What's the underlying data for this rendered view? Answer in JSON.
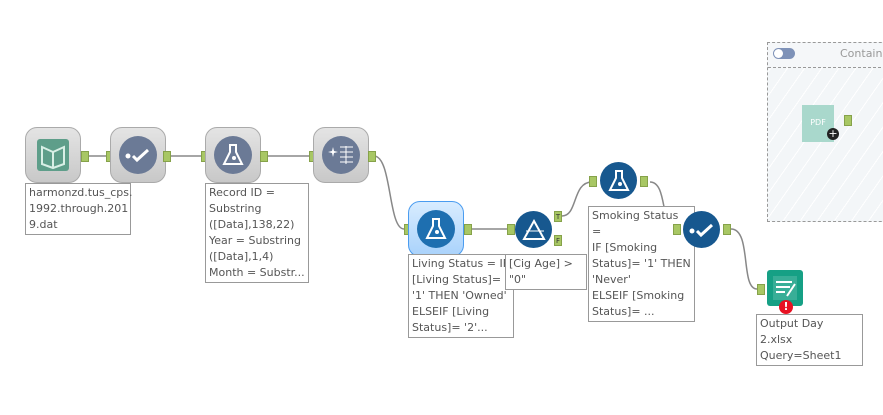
{
  "canvas": {
    "tools": [
      {
        "name": "input-data",
        "icon": "book-icon",
        "annotation": "harmonzd.tus_cps.\n1992.through.201\n9.dat"
      },
      {
        "name": "select",
        "icon": "checkmark-icon",
        "annotation": ""
      },
      {
        "name": "formula",
        "icon": "flask-icon",
        "annotation": "Record ID =\nSubstring\n([Data],138,22)\nYear = Substring\n([Data],1,4)\nMonth = Substr..."
      },
      {
        "name": "text-to-columns",
        "icon": "sparkle-table-icon",
        "annotation": ""
      },
      {
        "name": "formula-living",
        "icon": "flask-icon",
        "annotation": "Living Status = IF\n[Living Status]=\n'1' THEN 'Owned'\nELSEIF [Living\nStatus]= '2'..."
      },
      {
        "name": "filter",
        "icon": "filter-icon",
        "annotation": "[Cig Age] > \"0\"",
        "true_label": "T",
        "false_label": "F"
      },
      {
        "name": "formula-smoking",
        "icon": "flask-icon",
        "annotation": "Smoking Status =\nIF [Smoking\nStatus]= '1' THEN\n'Never'\nELSEIF [Smoking\nStatus]= ..."
      },
      {
        "name": "select-2",
        "icon": "checkmark-icon",
        "annotation": ""
      },
      {
        "name": "output-data",
        "icon": "output-file-icon",
        "annotation": "Output Day 2.xlsx\nQuery=Sheet1",
        "error": "!"
      }
    ],
    "container": {
      "title": "Contain",
      "pdf_label": "PDF"
    }
  },
  "colors": {
    "anchor": "#a8c764",
    "selected": "#4a9cf0",
    "error": "#e81123"
  }
}
